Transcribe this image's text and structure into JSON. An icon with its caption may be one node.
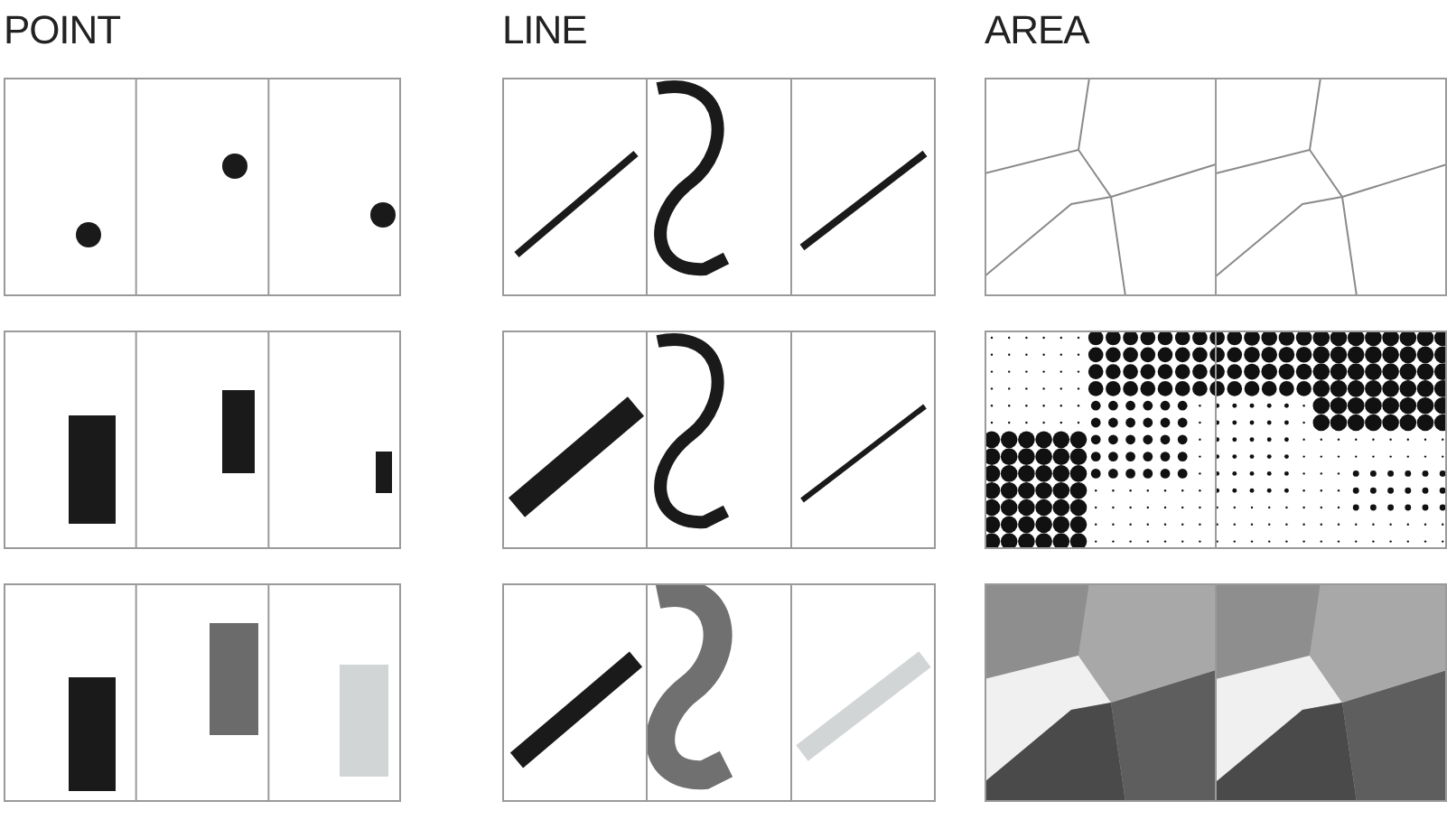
{
  "diagram": {
    "labels": [
      "POINT",
      "LINE",
      "AREA"
    ]
  }
}
